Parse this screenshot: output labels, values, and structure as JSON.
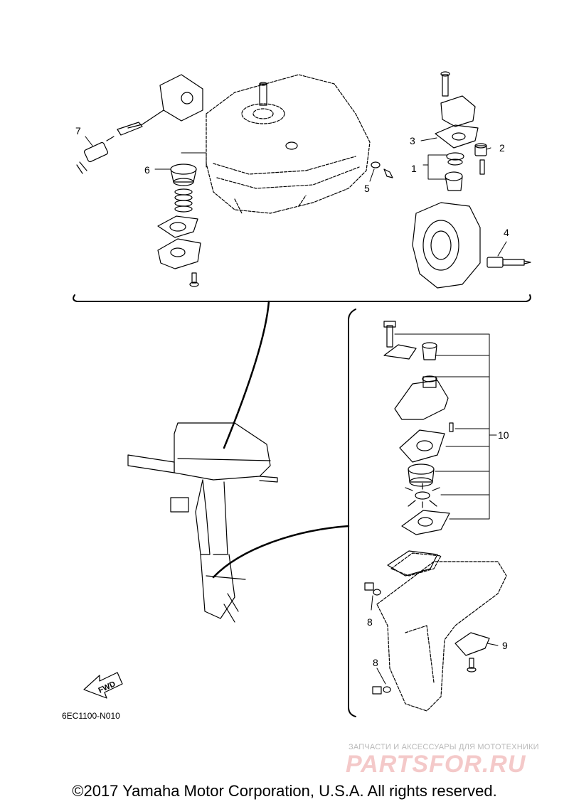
{
  "part_labels": {
    "p1": "1",
    "p2": "2",
    "p3": "3",
    "p4": "4",
    "p5": "5",
    "p6": "6",
    "p7": "7",
    "p8a": "8",
    "p8b": "8",
    "p9": "9",
    "p10": "10"
  },
  "drawing_code": "6EC1100-N010",
  "fwd_label": "FWD",
  "copyright": "©2017 Yamaha Motor Corporation, U.S.A. All rights reserved.",
  "watermark": {
    "caption": "ЗАПЧАСТИ И АКСЕССУАРЫ ДЛЯ МОТОТЕХНИКИ",
    "logo": "PARTSFOR.RU"
  }
}
